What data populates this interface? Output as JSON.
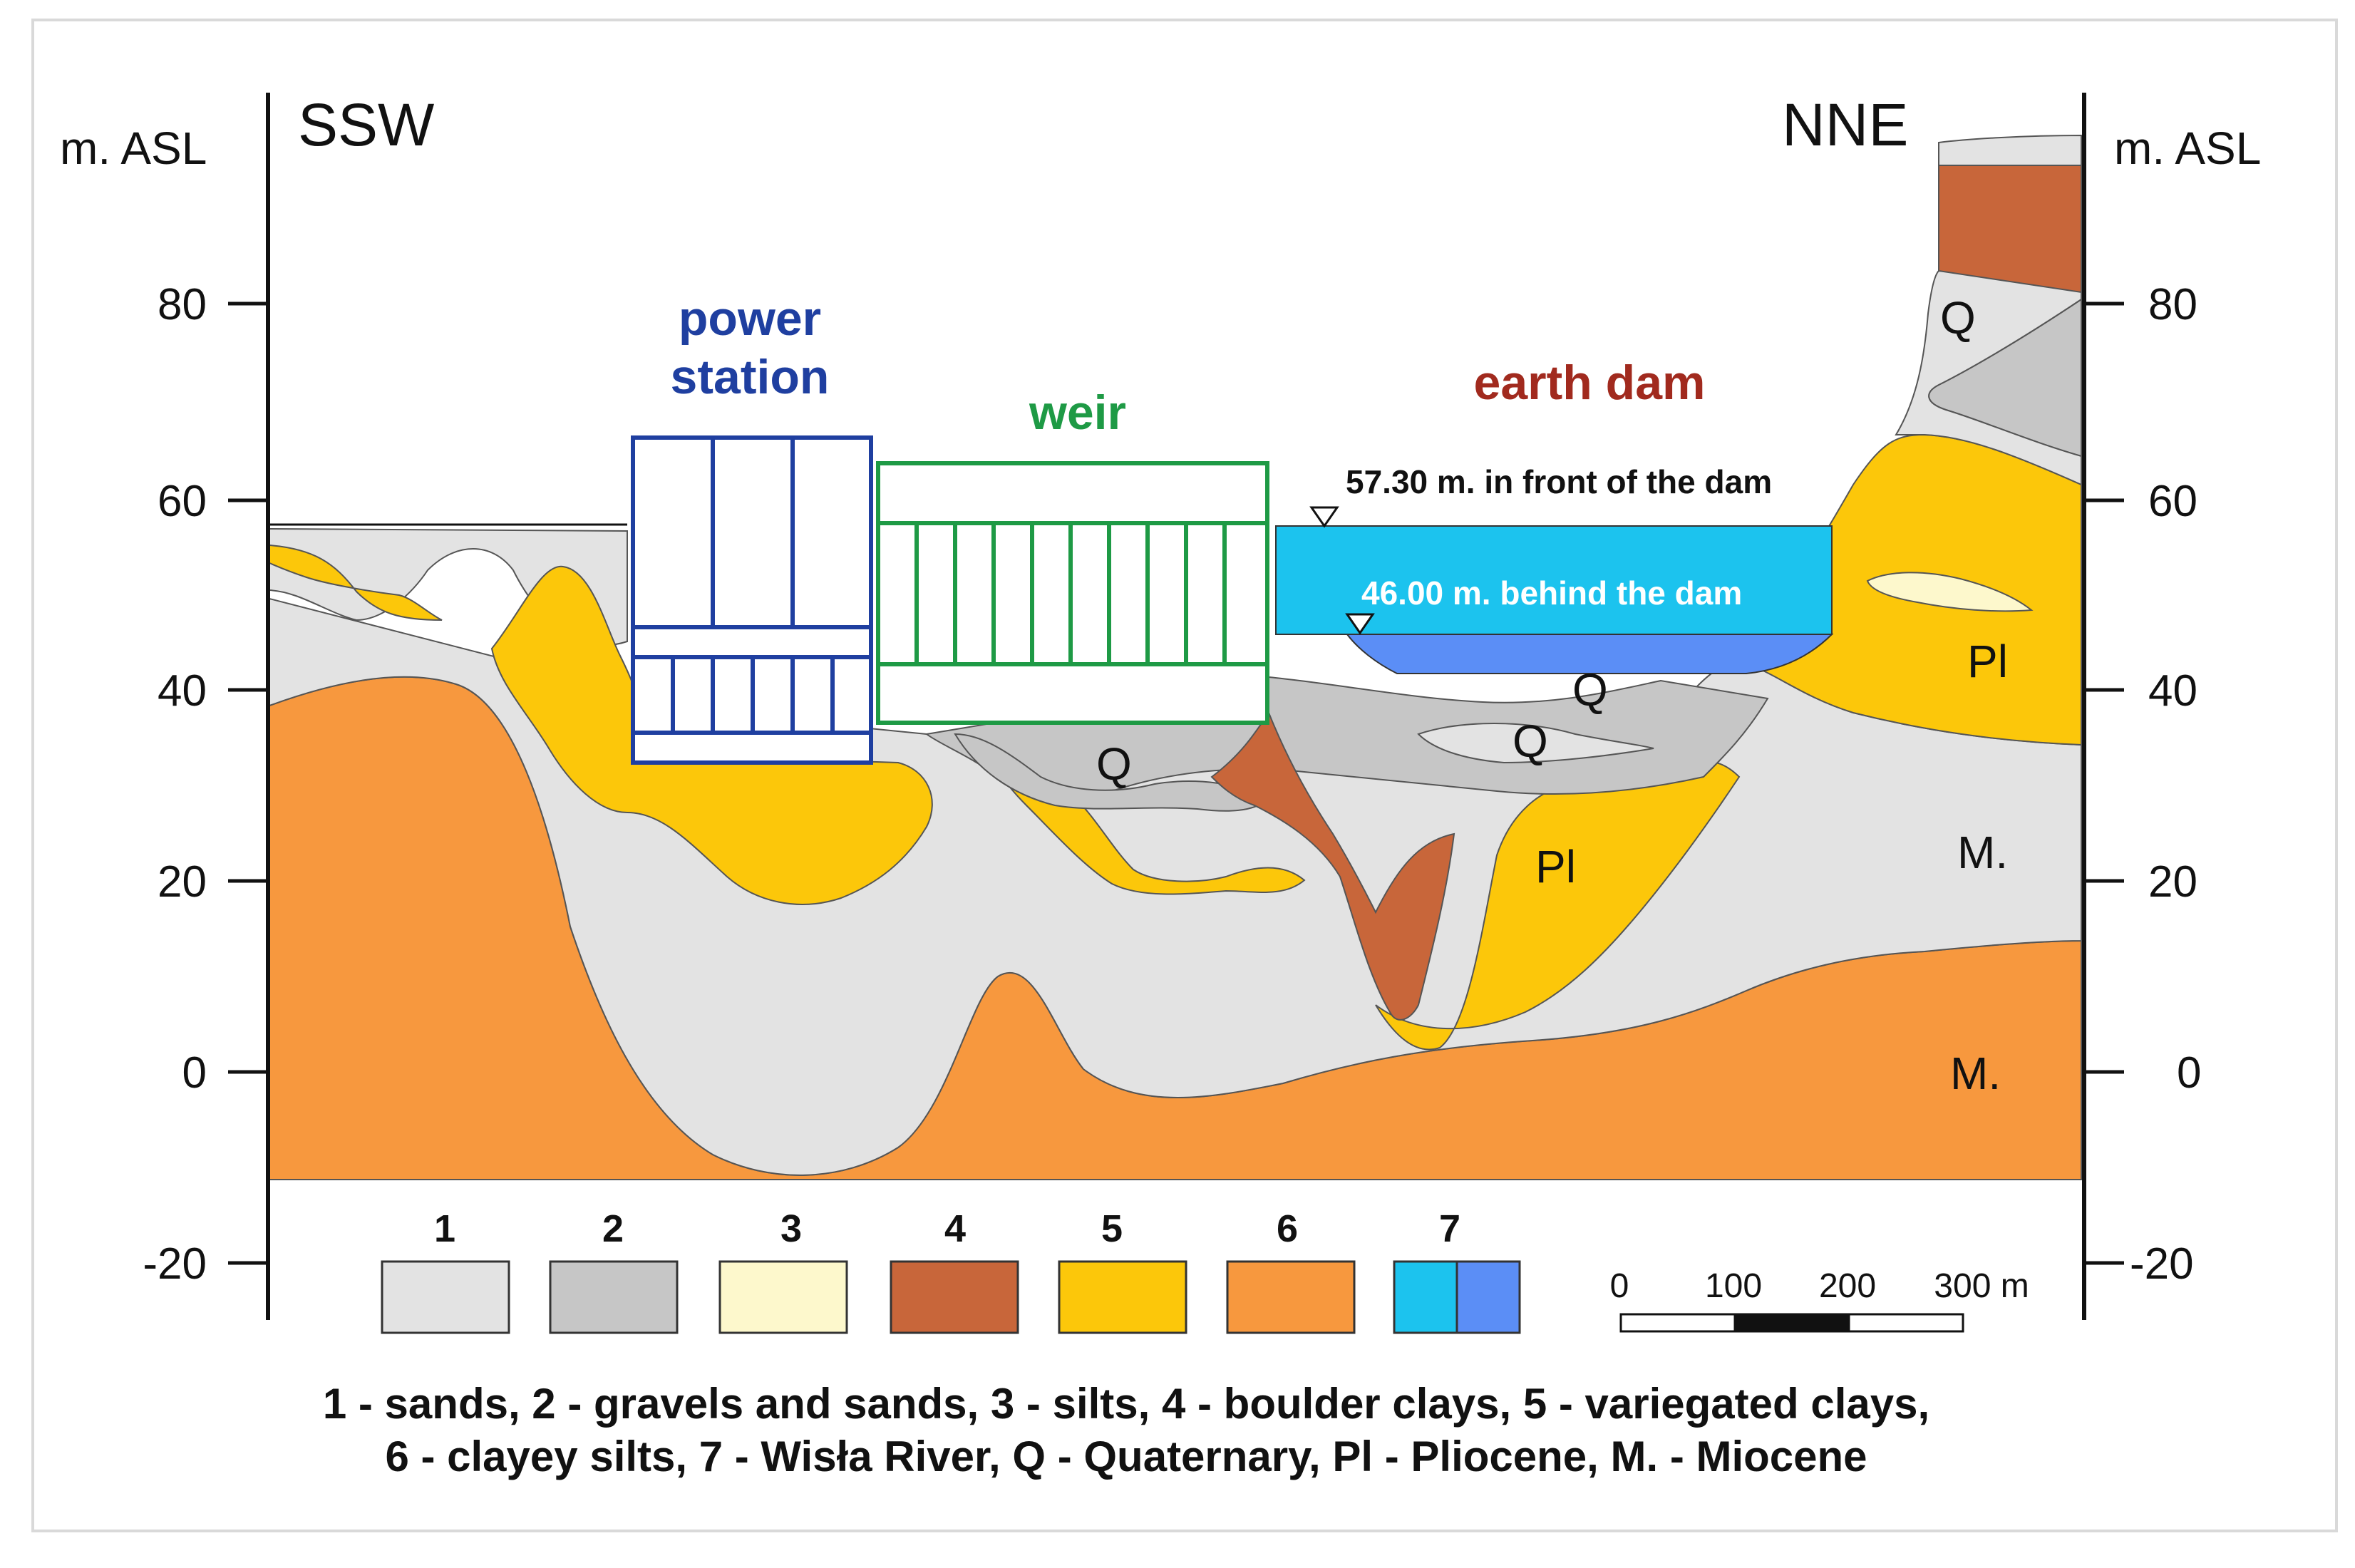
{
  "axes": {
    "left_unit": "m. ASL",
    "right_unit": "m. ASL",
    "left_direction": "SSW",
    "right_direction": "NNE",
    "ticks": [
      "80",
      "60",
      "40",
      "20",
      "0",
      "-20"
    ]
  },
  "structures": {
    "power_station_line1": "power",
    "power_station_line2": "station",
    "weir": "weir",
    "earth_dam": "earth dam"
  },
  "water_levels": {
    "front": "57.30 m. in front of the dam",
    "behind": "46.00 m. behind the dam"
  },
  "unit_labels": {
    "q": "Q",
    "pl": "Pl",
    "m": "M."
  },
  "legend": {
    "items": [
      {
        "number": "1",
        "color": "#e3e3e3"
      },
      {
        "number": "2",
        "color": "#c6c6c6"
      },
      {
        "number": "3",
        "color": "#fdf8cc"
      },
      {
        "number": "4",
        "color": "#c8663a"
      },
      {
        "number": "5",
        "color": "#fcc70a"
      },
      {
        "number": "6",
        "color": "#f7983e"
      },
      {
        "number": "7",
        "color": "#1cc3ee",
        "color2": "#5b8ef6"
      }
    ],
    "scale_ticks": [
      "0",
      "100",
      "200",
      "300 m"
    ]
  },
  "caption": {
    "line1": "1 - sands, 2 - gravels and sands, 3 - silts, 4 - boulder clays, 5 - variegated clays,",
    "line2": "6 - clayey silts, 7 - Wisła River, Q - Quaternary, Pl - Pliocene, M. - Miocene"
  },
  "colors": {
    "sand": "#e3e3e3",
    "gravel": "#c6c6c6",
    "silt": "#fdf8cc",
    "boulder_clay": "#c8663a",
    "variegated_clay": "#fcc70a",
    "clayey_silt": "#f7983e",
    "river_front": "#1cc3ee",
    "river_behind": "#5b8ef6",
    "power_station": "#1f3fa0",
    "weir": "#1e9a45",
    "earth_dam": "#a12a1e"
  }
}
